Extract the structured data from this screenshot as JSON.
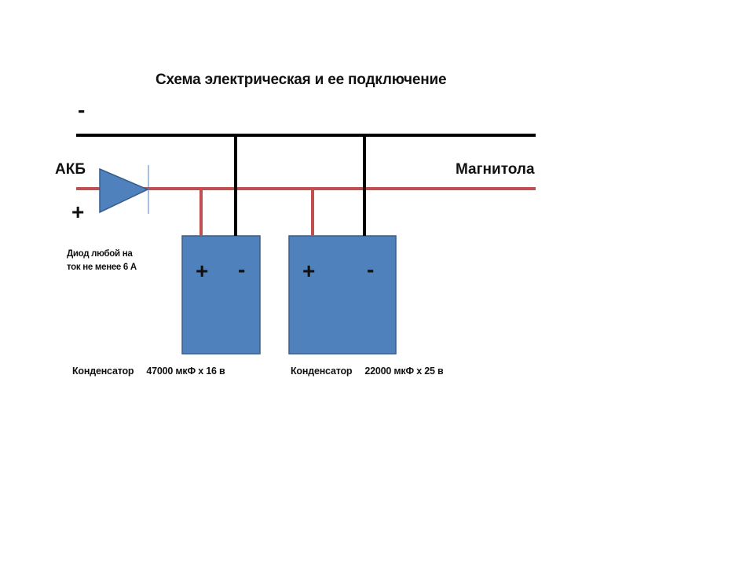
{
  "diagram": {
    "title": "Схема электрическая и ее подключение",
    "rail_minus_sign": "-",
    "battery_label": "АКБ",
    "battery_plus_sign": "+",
    "load_label": "Магнитола",
    "diode_note": "Диод любой на\nток не менее 6 А",
    "colors": {
      "negative_wire": "#000000",
      "positive_wire": "#c0504d",
      "capacitor_fill": "#4f81bd",
      "capacitor_stroke": "#385d8a"
    },
    "capacitors": [
      {
        "plus_sign": "+",
        "minus_sign": "-",
        "caption_name": "Конденсатор",
        "caption_value": "47000 мкФ х 16 в"
      },
      {
        "plus_sign": "+",
        "minus_sign": "-",
        "caption_name": "Конденсатор",
        "caption_value": "22000 мкФ х 25 в"
      }
    ]
  }
}
